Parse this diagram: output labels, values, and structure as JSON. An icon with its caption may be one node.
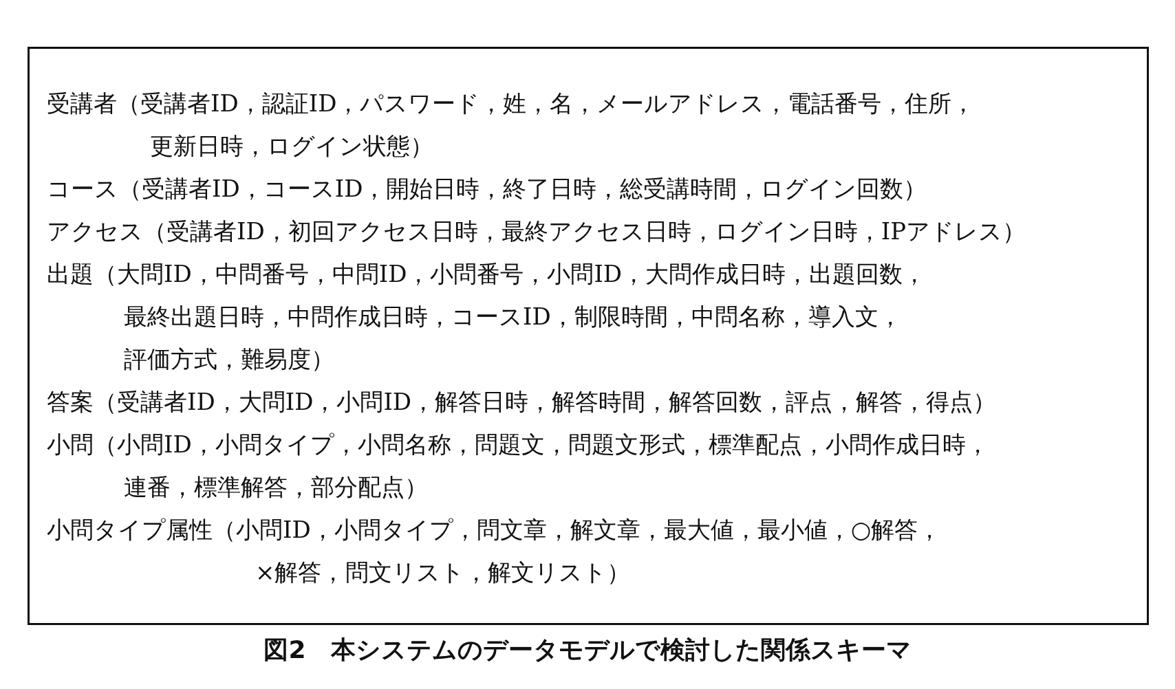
{
  "diagram": {
    "caption": "図2　本システムのデータモデルで検討した関係スキーマ",
    "nodes": [
      {
        "text": [
          "受講者（受講者ID，認証ID，パスワード，姓，名，メールアドレス，電話番号，住所，更新日時，ログイン状態）",
          "コース（受講者ID，コースID，開始日時，終了日時，総受講時間，ログイン回数）",
          "アクセス（受講者ID，初回アクセス日時，最終アクセス日時，ログイン日時，IPアドレス）",
          "出題（大問ID，中問番号，中問ID，小問番号，小問ID，大問作成日時，出題回数，最終出題日時，中問作成日時，コースID，制限時間，中問名称，導入文，評価方式，難易度）",
          "答案（受講者ID，大問ID，小問ID，解答日時，解答時間，解答回数，評点，解答，得点）",
          "小問（小問ID，小問タイプ，小問名称，問題文，問題文形式，標準配点，小問作成日時，連番，標準解答，部分配点）",
          "小問タイプ属性（小問ID，小問タイプ，問文章，解文章，最大値，最小値，○解答，×解答，問文リスト，解文リスト）"
        ]
      }
    ]
  }
}
